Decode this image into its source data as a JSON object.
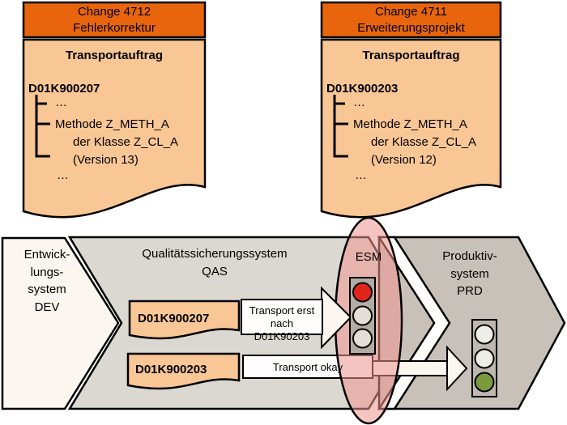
{
  "colors": {
    "orange": "#E8650E",
    "peach": "#F9C795",
    "dev_fill": "#FBF6EF",
    "qas_fill": "#DBD7D1",
    "prd_fill": "#C8C1B9",
    "band_fill": "#FEFDFB",
    "arrow_fill": "#FBF6EF",
    "label_fill": "#FFFDFB",
    "esm_pink": "#EE9690",
    "housing_1": "#B3ACA4",
    "housing_2": "#BFB8B0",
    "light_red": "#E2251B",
    "light_green": "#7B993D",
    "light_off_1": "#E3DFD8",
    "light_off_2": "#EFEDE7",
    "outline": "#000000"
  },
  "documents": [
    {
      "header": "Change 4712\nFehlerkorrektur",
      "title": "Transportauftrag",
      "request_id": "D01K900207",
      "tree": [
        "…",
        "Methode Z_METH_A",
        "der Klasse Z_CL_A",
        "(Version 13)",
        "…"
      ]
    },
    {
      "header": "Change 4711\nErweiterungsprojekt",
      "title": "Transportauftrag",
      "request_id": "D01K900203",
      "tree": [
        "…",
        "Methode Z_METH_A",
        "der Klasse Z_CL_A",
        "(Version 12)",
        "…"
      ]
    }
  ],
  "pipeline": {
    "dev_label": "Entwick-\nlungs-\nsystem\nDEV",
    "qas_label": "Qualitätssicherungssystem\nQAS",
    "esm_label": "ESM",
    "prd_label": "Produktiv-\nsystem\nPRD",
    "transports": [
      {
        "id": "D01K900207",
        "note": "Transport erst\nnach D01K90203"
      },
      {
        "id": "D01K900203",
        "note": "Transport okay"
      }
    ]
  }
}
